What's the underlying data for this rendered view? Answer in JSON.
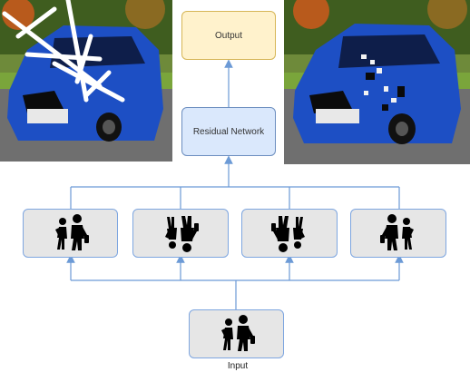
{
  "diagram": {
    "output_label": "Output",
    "residual_label": "Residual Network",
    "input_label": "Input",
    "colors": {
      "output_fill": "#fff2cc",
      "output_stroke": "#d6b656",
      "residual_fill": "#dae8fc",
      "residual_stroke": "#6c8ebf",
      "variant_fill": "#e6e6e6",
      "variant_stroke": "#7ea6e0",
      "connector": "#6c9ad6",
      "car_blue": "#1d4fc4"
    },
    "variants": [
      {
        "icon": "people-walking-icon"
      },
      {
        "icon": "people-walking-flipped-vertical-icon"
      },
      {
        "icon": "people-walking-flipped-vertical-mirrored-icon"
      },
      {
        "icon": "people-walking-mirrored-icon"
      }
    ],
    "images": [
      {
        "icon": "damaged-car-photo"
      },
      {
        "icon": "restored-car-photo"
      }
    ]
  }
}
